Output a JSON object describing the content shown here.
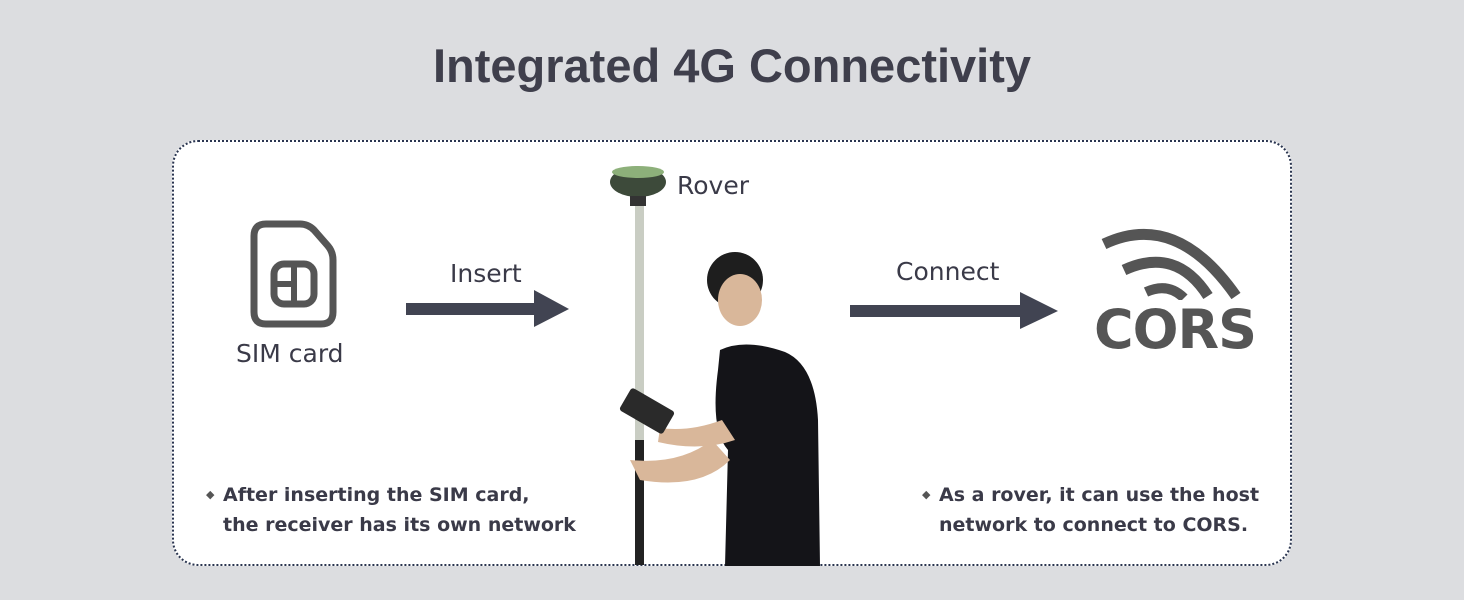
{
  "title": "Integrated 4G Connectivity",
  "sim": {
    "label": "SIM card",
    "icon": "sim-card-icon"
  },
  "insert": {
    "label": "Insert"
  },
  "rover": {
    "label": "Rover"
  },
  "connect": {
    "label": "Connect"
  },
  "cors": {
    "label": "CORS",
    "icon": "signal-waves-icon"
  },
  "notes": {
    "left": {
      "line1": "After inserting the SIM card,",
      "line2": "the receiver has its own network"
    },
    "right": {
      "line1": "As a rover, it can use the host",
      "line2": "network to connect to CORS."
    }
  },
  "colors": {
    "background": "#dcdde0",
    "arrow": "#414452",
    "icon": "#555555",
    "text": "#3a3a48"
  }
}
